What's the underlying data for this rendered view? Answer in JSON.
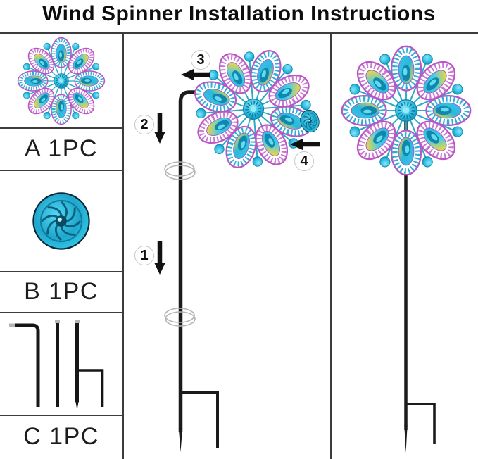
{
  "title": "Wind Spinner Installation Instructions",
  "parts": [
    {
      "id": "A",
      "label": "A 1PC",
      "icon": "spinner-head-icon"
    },
    {
      "id": "B",
      "label": "B 1PC",
      "icon": "cap-icon"
    },
    {
      "id": "C",
      "label": "C 1PC",
      "icon": "stake-poles-icon"
    }
  ],
  "steps": [
    {
      "number": "1",
      "arrow": "down"
    },
    {
      "number": "2",
      "arrow": "down"
    },
    {
      "number": "3",
      "arrow": "left"
    },
    {
      "number": "4",
      "arrow": "left"
    }
  ],
  "colors": {
    "teal": "#2bbcdd",
    "magenta": "#bb55c5",
    "yellow": "#e8d44a",
    "pole_black": "#1b1b1b",
    "grid_border": "#3c3c3c"
  }
}
